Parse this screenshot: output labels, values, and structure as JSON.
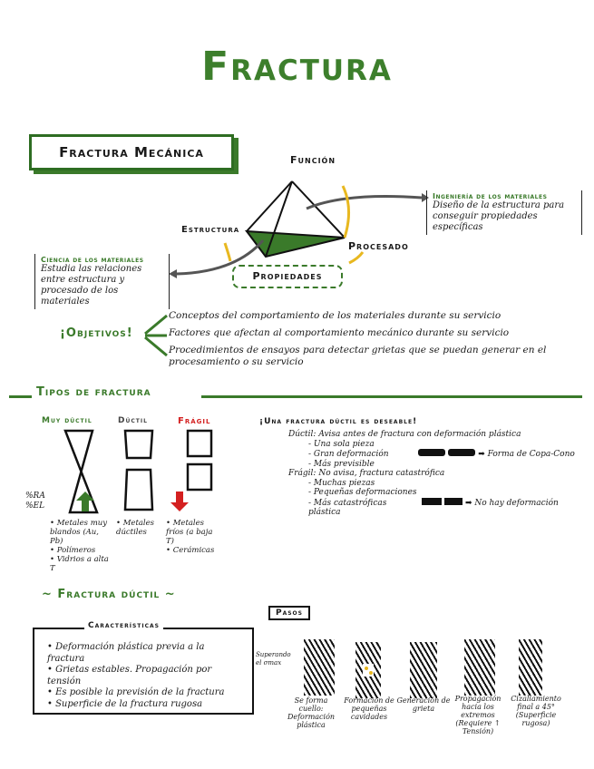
{
  "title": "Fractura",
  "mecanica": {
    "heading": "Fractura Mecánica",
    "pyramid": {
      "top": "Función",
      "left": "Estructura",
      "right": "Procesado",
      "bottom": "Propiedades"
    },
    "ingenieria": {
      "title": "Ingeniería de los materiales",
      "text": "Diseño de la estructura para conseguir propiedades específicas"
    },
    "ciencia": {
      "title": "Ciencia de los materiales",
      "text": "Estudia las relaciones entre estructura y procesado de los materiales"
    }
  },
  "objetivos": {
    "label": "¡Objetivos!",
    "items": [
      "Conceptos del comportamiento de los materiales durante su servicio",
      "Factores que afectan al comportamiento mecánico durante su servicio",
      "Procedimientos de ensayos para detectar grietas que se puedan generar en el procesamiento o su servicio"
    ]
  },
  "tipos": {
    "heading": "Tipos de fractura",
    "columns": [
      {
        "label": "Muy dúctil",
        "color": "#3a7a2a",
        "items": [
          "Metales muy blandos (Au, Pb)",
          "Polímeros",
          "Vidrios a alta T"
        ]
      },
      {
        "label": "Dúctil",
        "color": "#444444",
        "items": [
          "Metales dúctiles"
        ]
      },
      {
        "label": "Frágil",
        "color": "#d42020",
        "items": [
          "Metales fríos (a baja T)",
          "Cerámicas"
        ]
      }
    ],
    "ra_el": [
      "%RA",
      "%EL"
    ],
    "deseable": "¡Una fractura dúctil es deseable!",
    "ductil": {
      "label": "Dúctil: Avisa antes de fractura con deformación plástica",
      "points": [
        "Una sola pieza",
        "Gran deformación",
        "Más previsible"
      ],
      "result": "Forma de Copa-Cono"
    },
    "fragil": {
      "label": "Frágil: No avisa, fractura catastrófica",
      "points": [
        "Muchas piezas",
        "Pequeñas deformaciones",
        "Más catastróficas"
      ],
      "result": "No hay deformación plástica"
    }
  },
  "fractura_ductil": {
    "heading": "~ Fractura dúctil ~",
    "caracteristicas": {
      "title": "Características",
      "items": [
        "Deformación plástica previa a la fractura",
        "Grietas estables. Propagación por tensión",
        "Es posible la previsión de la fractura",
        "Superficie de la fractura rugosa"
      ]
    },
    "pasos": "Pasos",
    "superando": "Superando el σmax",
    "steps": [
      "Se forma cuello: Deformación plástica",
      "Formación de pequeñas cavidades",
      "Generación de grieta",
      "Propagación hacia los extremos (Requiere ↑ Tensión)",
      "Cizallamiento final a 45° (Superficie rugosa)"
    ]
  },
  "colors": {
    "green": "#3a7a2a",
    "red": "#d42020",
    "yellow": "#e8b820"
  }
}
